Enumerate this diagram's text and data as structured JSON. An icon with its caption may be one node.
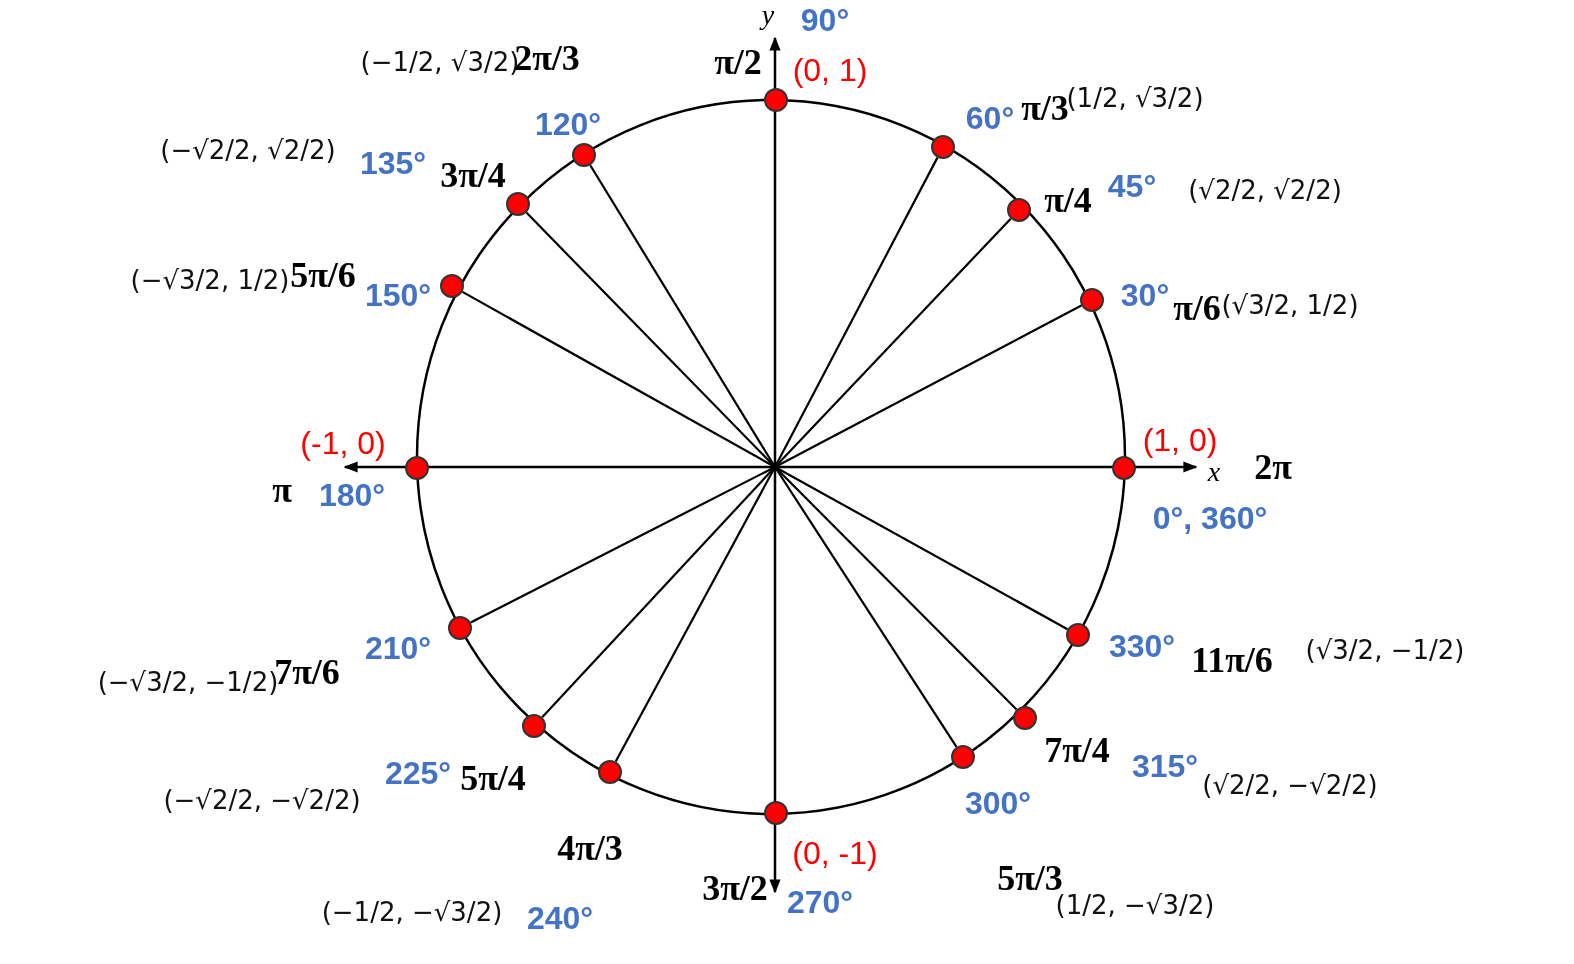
{
  "diagram": {
    "nodes": [
      {
        "text": [],
        "shape": "circle"
      },
      {
        "text": [],
        "shape": "circle"
      },
      {
        "text": [],
        "shape": "circle"
      },
      {
        "text": [],
        "shape": "circle"
      },
      {
        "text": [],
        "shape": "circle"
      },
      {
        "text": [],
        "shape": "circle"
      },
      {
        "text": [],
        "shape": "circle"
      },
      {
        "text": [],
        "shape": "circle"
      },
      {
        "text": [],
        "shape": "circle"
      },
      {
        "text": [],
        "shape": "circle"
      },
      {
        "text": [],
        "shape": "circle"
      },
      {
        "text": [],
        "shape": "circle"
      },
      {
        "text": [],
        "shape": "circle"
      },
      {
        "text": [],
        "shape": "circle"
      },
      {
        "text": [],
        "shape": "circle"
      },
      {
        "text": [],
        "shape": "circle"
      }
    ],
    "edges": [
      {
        "from": null,
        "to": 1,
        "arrow": "none"
      },
      {
        "from": null,
        "to": 2,
        "arrow": "none"
      },
      {
        "from": null,
        "to": 3,
        "arrow": "none"
      },
      {
        "from": null,
        "to": 4,
        "arrow": "none"
      },
      {
        "from": null,
        "to": 5,
        "arrow": "none"
      },
      {
        "from": null,
        "to": 6,
        "arrow": "none"
      },
      {
        "from": null,
        "to": 9,
        "arrow": "none"
      },
      {
        "from": null,
        "to": 10,
        "arrow": "none"
      },
      {
        "from": null,
        "to": 11,
        "arrow": "none"
      },
      {
        "from": null,
        "to": 12,
        "arrow": "none"
      },
      {
        "from": null,
        "to": 13,
        "arrow": "none"
      },
      {
        "from": null,
        "to": 14,
        "arrow": "none"
      }
    ],
    "labels": [
      "y",
      "90°",
      "(−1/2, √3/2)",
      "2π/3",
      "π/2",
      "(0, 1)",
      "(1/2, √3/2)",
      "60°",
      "π/3",
      "120°",
      "(−√2/2, √2/2)",
      "135°",
      "3π/4",
      "45°",
      "π/4",
      "(√2/2, √2/2)",
      "(−√3/2, 1/2)",
      "5π/6",
      "150°",
      "30°",
      "π/6",
      "(√3/2, 1/2)",
      "(-1, 0)",
      "(1, 0)",
      "2π",
      "x",
      "π",
      "180°",
      "0°, 360°",
      "210°",
      "7π/6",
      "(−√3/2, −1/2)",
      "330°",
      "11π/6",
      "(√3/2, −1/2)",
      "7π/4",
      "225°",
      "5π/4",
      "315°",
      "(√2/2, −√2/2)",
      "(−√2/2, −√2/2)",
      "300°",
      "4π/3",
      "(0, -1)",
      "3π/2",
      "5π/3",
      "(−1/2, −√3/2)",
      "240°",
      "270°",
      "(1/2, −√3/2)"
    ]
  }
}
